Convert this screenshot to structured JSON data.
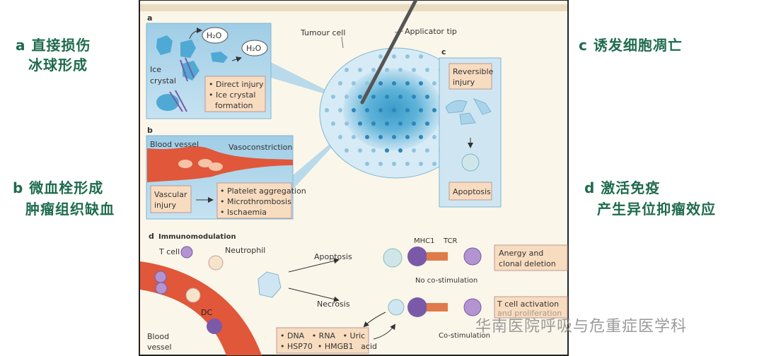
{
  "annotations": {
    "a_line1": "a 直接损伤",
    "a_line2": "冰球形成",
    "b_line1": "b 微血栓形成",
    "b_line2": "肿瘤组织缺血",
    "c_line1": "c 诱发细胞凋亡",
    "d_line1": "d 激活免疫",
    "d_line2": "产生异位抑瘤效应"
  },
  "figure": {
    "tumour_cell": "Tumour cell",
    "applicator_tip": "Applicator tip",
    "panel_a": {
      "letter": "a",
      "h2o_1": "H₂O",
      "h2o_2": "H₂O",
      "ice_label_1": "Ice",
      "ice_label_2": "crystal",
      "bullets": [
        "• Direct injury",
        "• Ice crystal",
        "formation"
      ]
    },
    "panel_b": {
      "letter": "b",
      "blood_vessel": "Blood vessel",
      "vasoconstriction": "Vasoconstriction",
      "vascular_1": "Vascular",
      "vascular_2": "injury",
      "bullets": [
        "• Platelet aggregation",
        "• Microthrombosis",
        "• Ischaemia"
      ]
    },
    "panel_c": {
      "letter": "c",
      "reversible_1": "Reversible",
      "reversible_2": "injury",
      "apoptosis": "Apoptosis"
    },
    "panel_d": {
      "letter": "d",
      "title": "Immunomodulation",
      "t_cell": "T cell",
      "neutrophil": "Neutrophil",
      "dc": "DC",
      "blood_1": "Blood",
      "blood_2": "vessel",
      "apoptosis": "Apoptosis",
      "necrosis": "Necrosis",
      "mhc1": "MHC1",
      "tcr": "TCR",
      "no_costim": "No co-stimulation",
      "costim": "Co-stimulation",
      "anergy_1": "Anergy and",
      "anergy_2": "clonal deletion",
      "activation_1": "T cell activation",
      "activation_2": "and proliferation",
      "damp_1": "• DNA   • RNA   • Uric",
      "damp_2": "• HSP70  • HMGB1   acid"
    }
  },
  "watermark": "华南医院呼吸与危重症医学科",
  "colors": {
    "annotation_green": "#1f6b4d",
    "panel_blue": "#a9d3ea",
    "label_box": "#f8dcc0",
    "vessel_red": "#e0573a",
    "figure_bg": "#fbf6ea"
  }
}
